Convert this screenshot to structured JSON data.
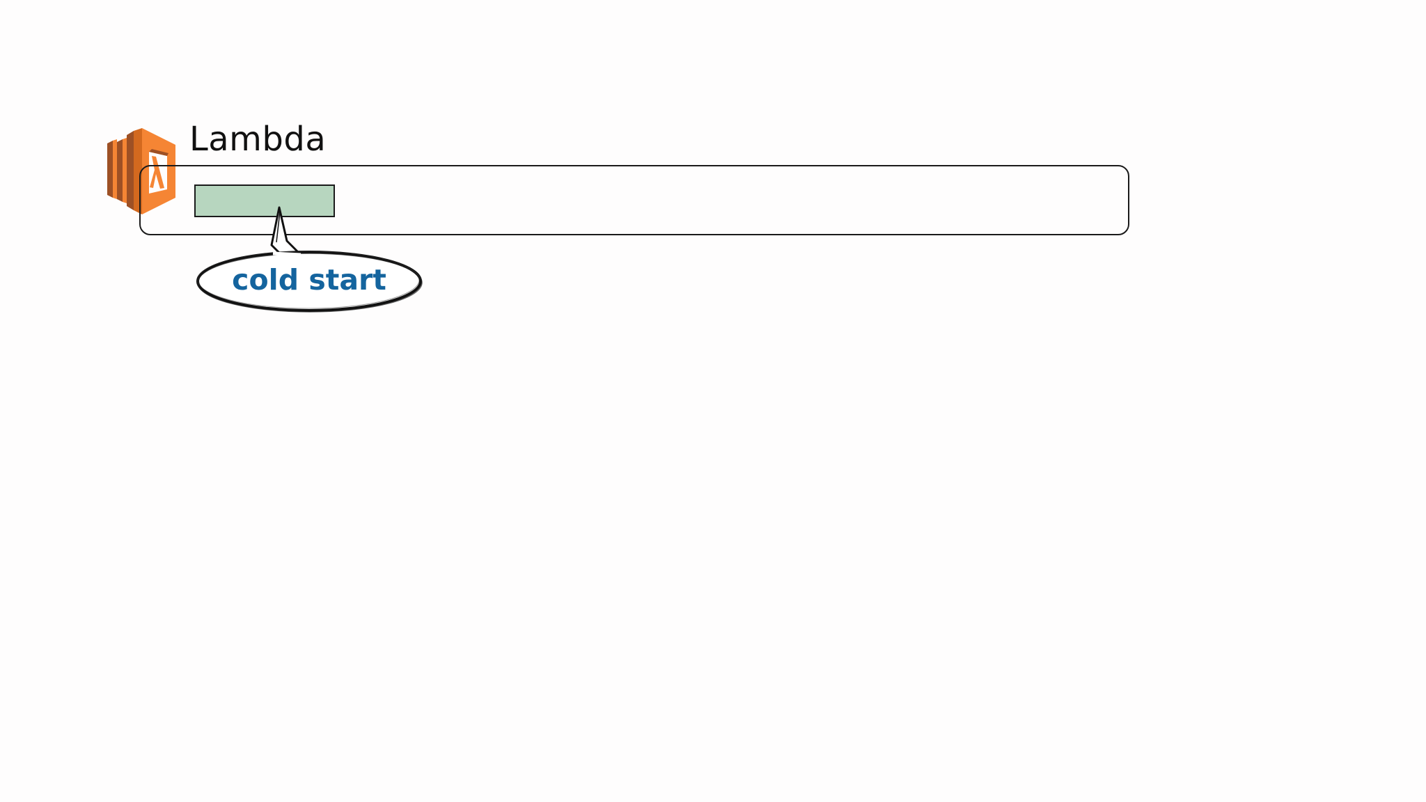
{
  "diagram": {
    "service": {
      "title": "Lambda",
      "icon": "aws-lambda-icon",
      "icon_colors": {
        "front": "#f58534",
        "side": "#d3691f",
        "dark": "#9d5025"
      }
    },
    "timeline": {
      "segments": [
        {
          "label": "cold start",
          "fill_color": "#b7d6bf"
        }
      ]
    },
    "callout": {
      "text": "cold start",
      "text_color": "#14649e"
    }
  }
}
